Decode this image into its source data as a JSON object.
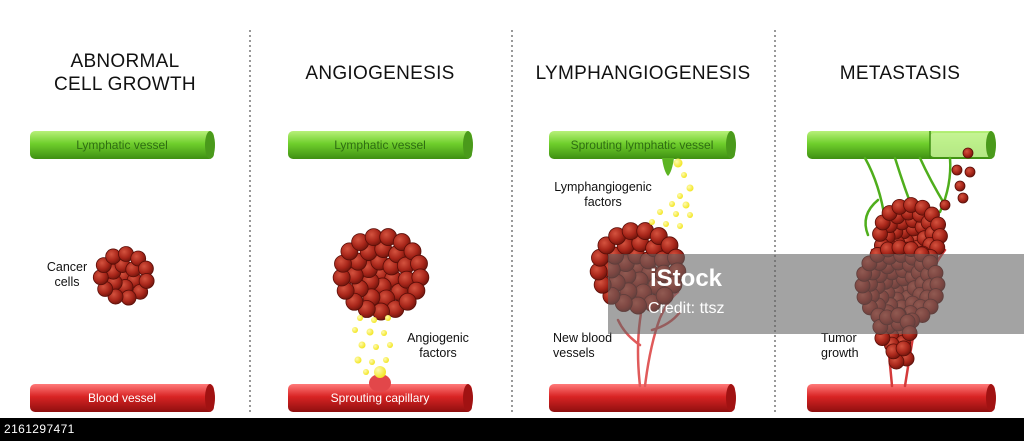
{
  "panels": [
    {
      "title_line1": "ABNORMAL",
      "title_line2": "CELL GROWTH",
      "lymph_label": "Lymphatic vessel",
      "blood_label": "Blood vessel",
      "note_left": "Cancer\ncells"
    },
    {
      "title": "ANGIOGENESIS",
      "lymph_label": "Lymphatic vessel",
      "blood_label": "Sprouting capillary",
      "note_right": "Angiogenic\nfactors"
    },
    {
      "title": "LYMPHANGIOGENESIS",
      "lymph_label": "Sprouting lymphatic vessel",
      "note_top": "Lymphangiogenic\nfactors",
      "note_left": "New blood\nvessels"
    },
    {
      "title": "METASTASIS",
      "note_left": "Tumor\ngrowth"
    }
  ],
  "watermark": {
    "brand": "iStock",
    "credit": "Credit: ttsz"
  },
  "stock_id": "2161297471",
  "colors": {
    "lymph_green": "#6fcf2c",
    "blood_red": "#d92424",
    "cell_red": "#a8261a",
    "factor_yellow": "#f2e51d",
    "divider": "#555555"
  }
}
